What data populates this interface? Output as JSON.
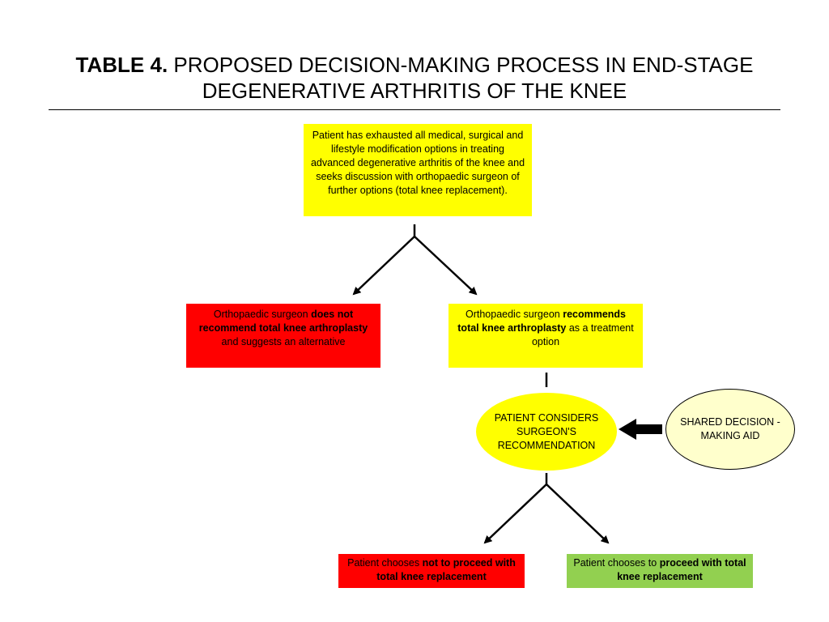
{
  "title": {
    "label": "TABLE 4.",
    "text": " PROPOSED DECISION-MAKING PROCESS IN END-STAGE DEGENERATIVE ARTHRITIS OF THE KNEE"
  },
  "nodes": {
    "start": {
      "text": "Patient has exhausted all medical, surgical and lifestyle modification options in treating advanced degenerative arthritis of the knee and seeks discussion with orthopaedic surgeon of further options (total knee replacement)."
    },
    "not_recommend": {
      "pre": "Orthopaedic surgeon ",
      "bold": "does not recommend total knee arthroplasty",
      "post": " and suggests an alternative"
    },
    "recommend": {
      "pre": "Orthopaedic surgeon ",
      "bold": "recommends total knee arthroplasty",
      "post": " as a treatment option"
    },
    "consider": {
      "text": "PATIENT CONSIDERS SURGEON'S RECOMMENDATION"
    },
    "aid": {
      "text": "SHARED DECISION - MAKING AID"
    },
    "not_proceed": {
      "pre": "Patient chooses ",
      "bold": "not to proceed with total knee replacement"
    },
    "proceed": {
      "pre": "Patient chooses to ",
      "bold": "proceed with total knee replacement"
    }
  },
  "colors": {
    "yellow": "#ffff00",
    "red": "#ff0000",
    "green": "#92d050",
    "light_yellow": "#ffffcc"
  }
}
